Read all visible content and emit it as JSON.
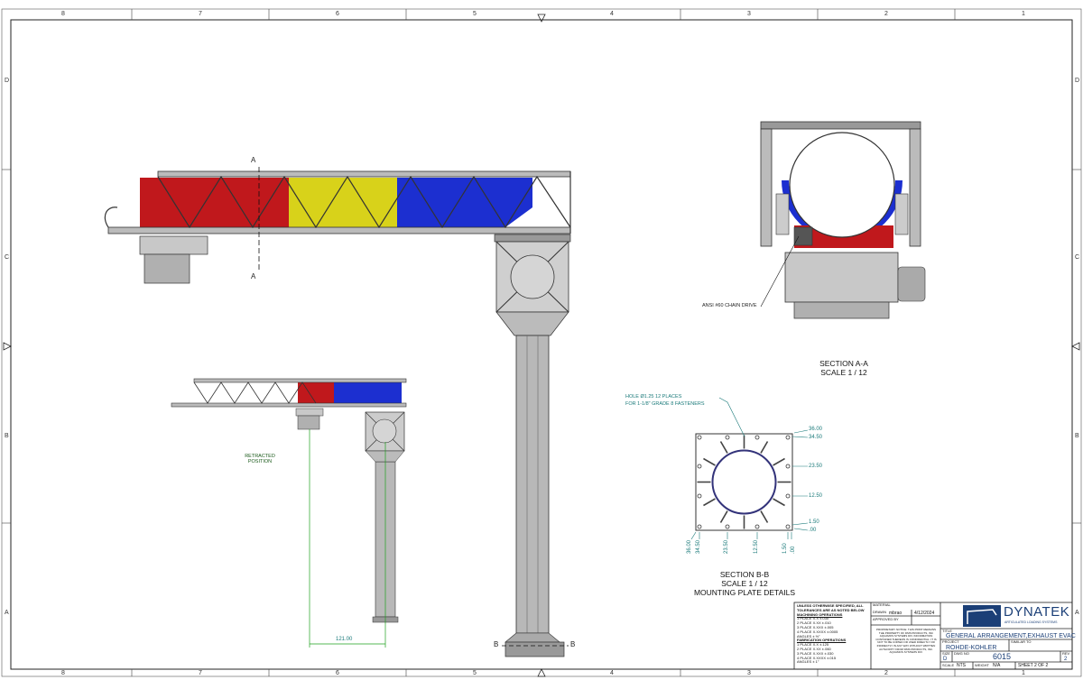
{
  "zones": {
    "columns": [
      "8",
      "7",
      "6",
      "5",
      "4",
      "3",
      "2",
      "1"
    ],
    "rows": [
      "D",
      "C",
      "B",
      "A"
    ]
  },
  "views": {
    "main_section_marker": "A",
    "retracted_label": "RETRACTED POSITION",
    "retracted_dimension": "121.00",
    "column_section_marker": "B",
    "chain_drive_label": "ANSI #60 CHAIN DRIVE",
    "section_aa": {
      "title": "SECTION A-A",
      "scale": "SCALE 1 / 12"
    },
    "section_bb": {
      "title": "SECTION B-B",
      "scale": "SCALE 1 / 12",
      "subtitle": "MOUNTING PLATE DETAILS"
    },
    "hole_note": "HOLE Ø1.25 12 PLACES",
    "hole_note2": "FOR 1-1/8\" GRADE 8 FASTENERS",
    "plate_dims_right": [
      "36.00",
      "34.50",
      "23.50",
      "12.50",
      "1.50",
      ".00"
    ],
    "plate_dims_bottom": [
      "36.00",
      "34.50",
      "23.50",
      "12.50",
      "1.50",
      ".00"
    ]
  },
  "colors": {
    "red": "#c0181c",
    "yellow": "#d8d21a",
    "blue": "#1c2fd0",
    "steel": "#a8a8a8",
    "dim": "#1a7a7a"
  },
  "title_block": {
    "tolerance_header": "UNLESS OTHERWISE SPECIFIED, ALL TOLERANCES ARE AS NOTED BELOW",
    "machining_header": "MACHINING OPERATIONS",
    "machining": [
      "1 PLACE X.X ±.030",
      "2 PLACE X.XX ±.010",
      "3 PLACE X.XXX ±.005",
      "4 PLACE X.XXXX ±.0005",
      "ANGLES ± ½°"
    ],
    "fabrication_header": "FABRICATION OPERATIONS",
    "fabrication": [
      "1 PLACE X.X ±.125",
      "2 PLACE X.XX ±.060",
      "3 PLACE X.XXX ±.030",
      "4 PLACE X.XXXX ±.015",
      "ANGLES ± 1°"
    ],
    "material_label": "MATERIAL",
    "drawn_label": "DRAWN",
    "drawn_by": "mbrao",
    "date": "4/12/2024",
    "approved_label": "APPROVED BY",
    "proprietary": "PROPRIETARY NOTICE: THIS PRINT REMAINS THE PROPERTY OF DMS PRODUCTS, INC AQUAMOS SYSTEMS DIV. INFORMATION CONTAINED THEREON IS CONFIDENTIAL. IT IS NOT TO BE COPIED OR USED DIRECTLY OR INDIRECTLY IN ANY WAY WITHOUT WRITTEN AUTHORITY FROM DMS PRODUCTS, INC. AQUAMOS SYSTEMS DIV.",
    "company": "DYNATEK",
    "company_tagline": "ARTICULATED LOADING SYSTEMS",
    "title_label": "TITLE",
    "title": "GENERAL ARRANGEMENT,EXHAUST EVAC",
    "project_label": "PROJECT",
    "project": "ROHDE-KOHLER",
    "similar_label": "SIMILAR TO",
    "size_label": "SIZE",
    "size": "D",
    "dwg_label": "DWG NO",
    "dwg_no": "6015",
    "rev_label": "REV",
    "rev": "2",
    "scale_label": "SCALE",
    "scale": "NTS",
    "weight_label": "WEIGHT",
    "weight": "N/A",
    "sheet": "SHEET 2 OF 2"
  }
}
